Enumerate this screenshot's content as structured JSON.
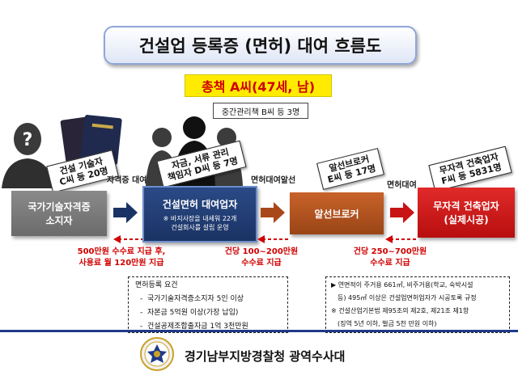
{
  "title": "건설업 등록증 (면허) 대여 흐름도",
  "boss": "총책 A씨(47세, 남)",
  "middle_manager": "중간관리책 B씨 등 3명",
  "tags": {
    "holders": [
      "건설 기술자",
      "C씨 등 20명"
    ],
    "lender": [
      "자금, 서류 관리",
      "책임자 D씨 등 7명"
    ],
    "broker": [
      "알선브로커",
      "E씨 등 17명"
    ],
    "builder": [
      "무자격 건축업자",
      "F씨 등 5831명"
    ]
  },
  "nodes": {
    "holder": [
      "국가기술자격증",
      "소지자"
    ],
    "lender": "건설면허 대여업자",
    "lender_note": [
      "※ 바지사장을 내세워 22개",
      "건설회사를 설립 운영"
    ],
    "broker": "알선브로커",
    "builder": [
      "무자격 건축업자",
      "(실제시공)"
    ]
  },
  "flow_labels": {
    "lend_cert": "자격증 대여",
    "lend_license_broker": "면허대여알선",
    "lend_license": "면허대여"
  },
  "money": {
    "to_holders": [
      "500만원 수수료 지급 후,",
      "사용료 월 120만원 지급"
    ],
    "to_lender": [
      "건당 100~200만원",
      "수수료 지급"
    ],
    "to_broker": [
      "건당 250~700만원",
      "수수료 지급"
    ]
  },
  "license_requirements": {
    "heading": "면허등록 요건",
    "items": [
      "국가기술자격증소지자 5인 이상",
      "자본금 5억원 이상(가장 납입)",
      "건설공제조합출자금 1억 3천만원"
    ]
  },
  "law_note": {
    "lines": [
      "▶ 연면적이 주거용 661㎡, 비주거용(학교, 숙박시설",
      "등) 495㎡ 이상은 건설업면허업자가 시공토록 규정",
      "※ 건설산업기본법 제95조의 제2호, 제21조 제1항",
      "(징역 5년 이하, 벌금 5천 만원 이하)"
    ]
  },
  "footer": "경기남부지방경찰청 광역수사대",
  "colors": {
    "navy": "#1b3364",
    "red": "#d00000",
    "yellow": "#ffeb00",
    "brown": "#b04f1e",
    "gray": "#7a7a7a"
  }
}
